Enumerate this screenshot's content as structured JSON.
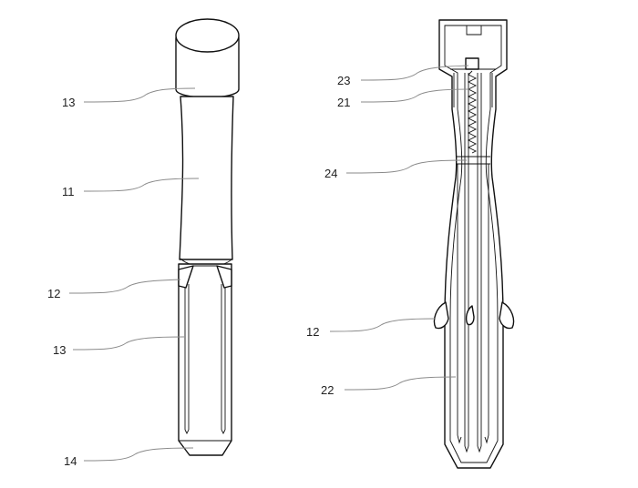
{
  "figure": {
    "left_view": {
      "labels": [
        "13",
        "11",
        "12",
        "13",
        "14"
      ]
    },
    "right_view": {
      "labels": [
        "23",
        "21",
        "24",
        "12",
        "22"
      ]
    }
  }
}
